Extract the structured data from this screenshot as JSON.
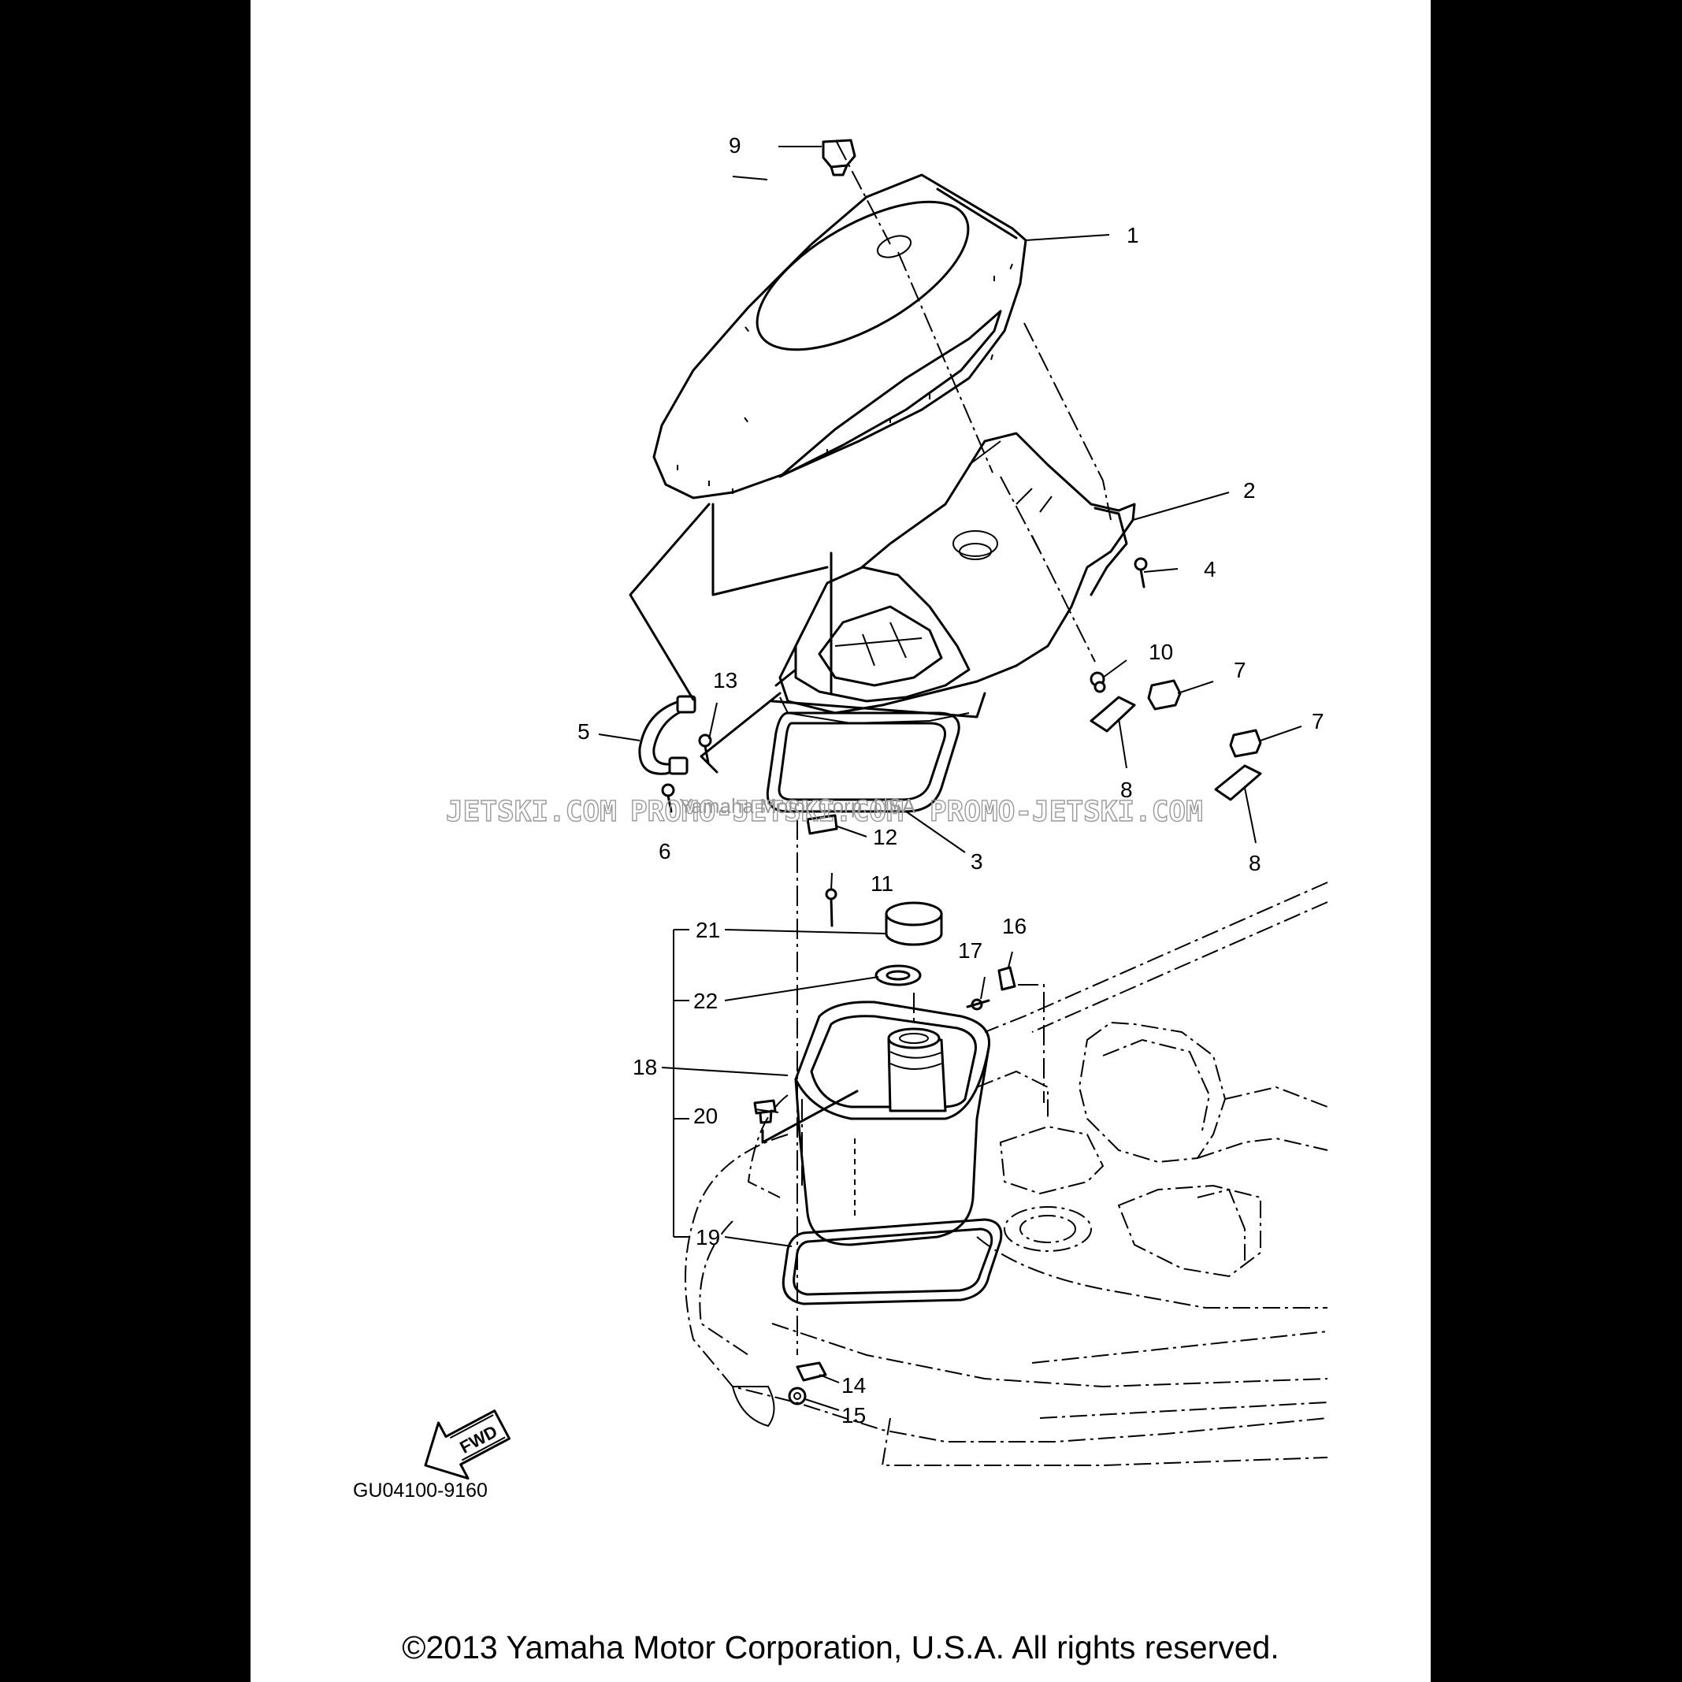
{
  "callouts": [
    {
      "num": "1"
    },
    {
      "num": "2"
    },
    {
      "num": "3"
    },
    {
      "num": "4"
    },
    {
      "num": "5"
    },
    {
      "num": "6"
    },
    {
      "num": "7"
    },
    {
      "num": "7"
    },
    {
      "num": "8"
    },
    {
      "num": "8"
    },
    {
      "num": "9"
    },
    {
      "num": "10"
    },
    {
      "num": "11"
    },
    {
      "num": "12"
    },
    {
      "num": "13"
    },
    {
      "num": "14"
    },
    {
      "num": "15"
    },
    {
      "num": "16"
    },
    {
      "num": "17"
    },
    {
      "num": "18"
    },
    {
      "num": "19"
    },
    {
      "num": "20"
    },
    {
      "num": "21"
    },
    {
      "num": "22"
    }
  ],
  "fwd_label": "FWD",
  "drawing_code": "GU04100-9160",
  "watermarks": [
    "JETSKI.COM",
    "PROMO-JETSKI.COM",
    "PROMO-JETSKI.COM"
  ],
  "watermark_owner": "Yamaha Motor Corp. USA",
  "copyright": "©2013 Yamaha Motor Corporation, U.S.A. All rights reserved."
}
